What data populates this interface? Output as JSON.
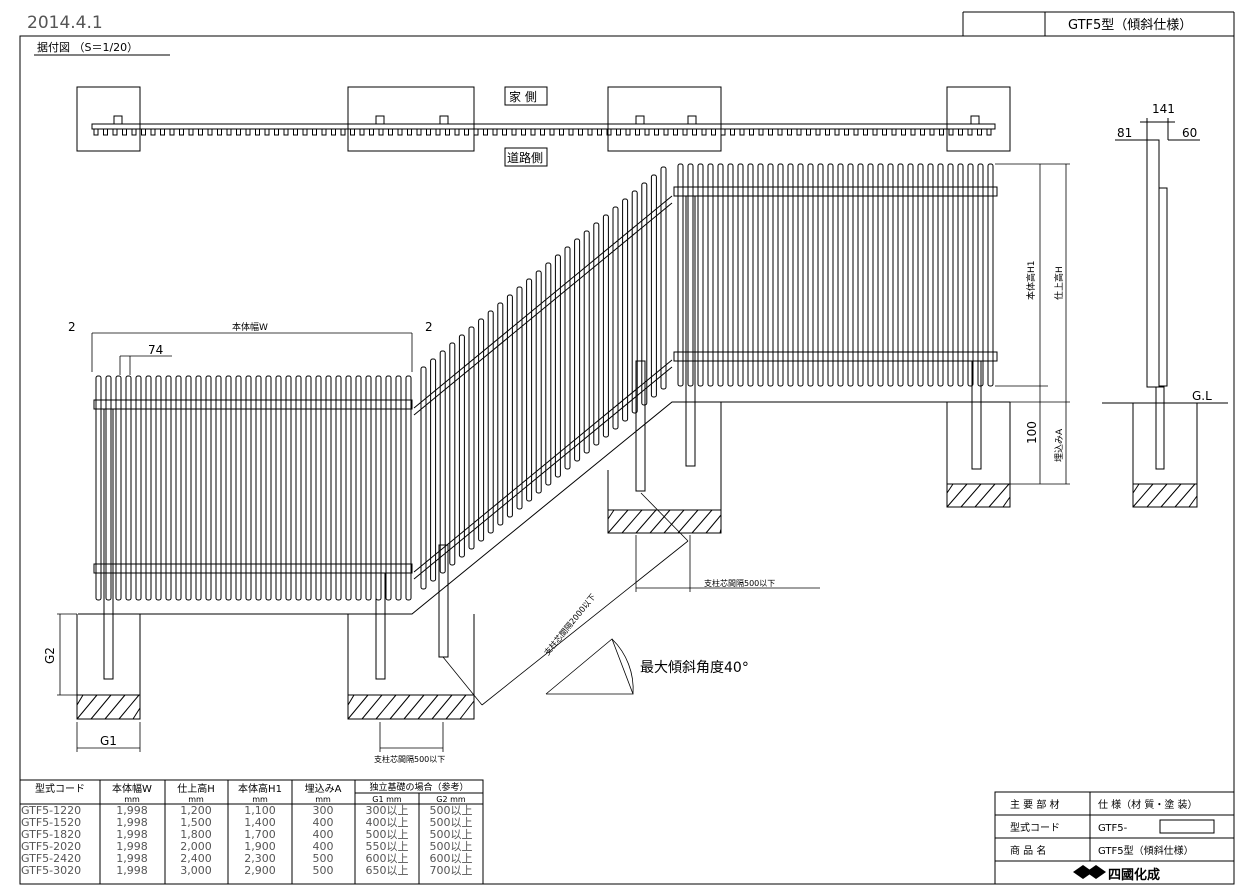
{
  "header": {
    "date": "2014.4.1",
    "model_title": "GTF5型（傾斜仕様）"
  },
  "drawing": {
    "subtitle": "据付図 （S＝1/20）",
    "house_side": "家 側",
    "road_side": "道路側",
    "dim_w": "本体幅W",
    "dim_gap_left": "2",
    "dim_gap_right": "2",
    "dim_74": "74",
    "dim_h1": "本体高H1",
    "dim_h": "仕上高H",
    "dim_100": "100",
    "dim_a": "埋込みA",
    "dim_g2": "G2",
    "dim_g1": "G1",
    "post_spacing_500": "支柱芯間隔500以下",
    "post_spacing_500_right": "支柱芯間隔500以下",
    "post_spacing_2000": "支柱芯間隔2000以下",
    "max_angle": "最大傾斜角度40°",
    "side_141": "141",
    "side_81": "81",
    "side_60": "60",
    "gl": "G.L"
  },
  "spec_table": {
    "headers": [
      "型式コード",
      "本体幅W",
      "仕上高H",
      "本体高H1",
      "埋込みA",
      "独立基礎の場合（参考）"
    ],
    "units": [
      "",
      "mm",
      "mm",
      "mm",
      "mm",
      ""
    ],
    "sub_headers": [
      "G1 mm",
      "G2 mm"
    ],
    "rows": [
      [
        "GTF5-1220",
        "1,998",
        "1,200",
        "1,100",
        "300",
        "300以上",
        "500以上"
      ],
      [
        "GTF5-1520",
        "1,998",
        "1,500",
        "1,400",
        "400",
        "400以上",
        "500以上"
      ],
      [
        "GTF5-1820",
        "1,998",
        "1,800",
        "1,700",
        "400",
        "500以上",
        "500以上"
      ],
      [
        "GTF5-2020",
        "1,998",
        "2,000",
        "1,900",
        "400",
        "550以上",
        "500以上"
      ],
      [
        "GTF5-2420",
        "1,998",
        "2,400",
        "2,300",
        "500",
        "600以上",
        "600以上"
      ],
      [
        "GTF5-3020",
        "1,998",
        "3,000",
        "2,900",
        "500",
        "650以上",
        "700以上"
      ]
    ]
  },
  "info_block": {
    "rows": [
      {
        "label": "主 要 部 材",
        "value": "仕 様（材 質・塗 装）"
      },
      {
        "label": "型式コード",
        "value": "GTF5-"
      },
      {
        "label": "商 品 名",
        "value": "GTF5型（傾斜仕様）"
      }
    ],
    "logo_text": "四國化成"
  }
}
